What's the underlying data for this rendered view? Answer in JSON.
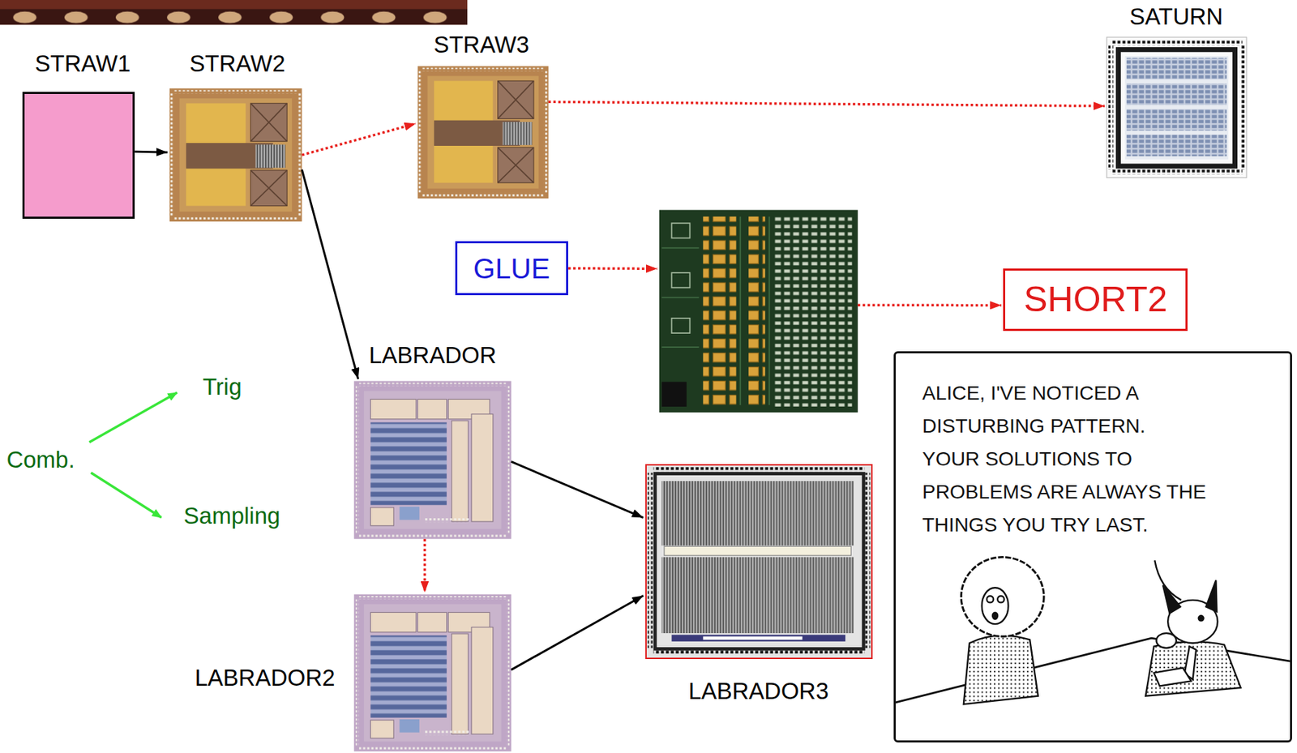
{
  "diagram": {
    "nodes": [
      {
        "text": [
          "STRAW1"
        ]
      },
      {
        "text": [
          "STRAW2"
        ]
      },
      {
        "text": [
          "STRAW3"
        ]
      },
      {
        "text": [
          "SATURN"
        ]
      },
      {
        "text": [
          "GLUE"
        ]
      },
      {
        "text": []
      },
      {
        "text": [
          "SHORT2"
        ]
      },
      {
        "text": [
          "LABRADOR"
        ]
      },
      {
        "text": [
          "LABRADOR3"
        ]
      },
      {
        "text": [
          "ALICE, I'VE NOTICED A DISTURBING PATTERN. YOUR SOLUTIONS TO PROBLEMS ARE ALWAYS THE THINGS YOU TRY LAST."
        ]
      },
      {
        "text": [
          "LABRADOR2"
        ]
      }
    ],
    "edges": [
      {
        "from": 0,
        "to": 1,
        "arrow": "to"
      },
      {
        "from": 1,
        "to": 2,
        "arrow": "to"
      },
      {
        "from": 2,
        "to": 3,
        "arrow": "to"
      },
      {
        "from": 1,
        "to": 7,
        "arrow": "to"
      },
      {
        "from": 4,
        "to": 5,
        "arrow": "to"
      },
      {
        "from": 5,
        "to": 6,
        "arrow": "to"
      },
      {
        "from": 7,
        "to": 10,
        "arrow": "to"
      },
      {
        "from": 7,
        "to": 8,
        "arrow": "to"
      },
      {
        "from": 10,
        "to": 8,
        "arrow": "to"
      }
    ],
    "labels": [
      "Comb.",
      "Trig",
      "Sampling"
    ]
  }
}
